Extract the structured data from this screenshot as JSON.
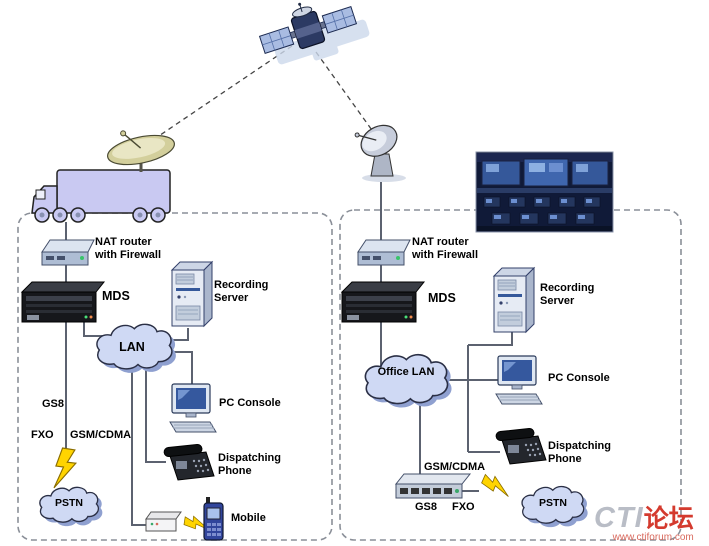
{
  "left_site": {
    "nat_router": "NAT router with Firewall",
    "mds": "MDS",
    "recording_server": "Recording Server",
    "lan": "LAN",
    "pc_console": "PC Console",
    "gs8": "GS8",
    "fxo": "FXO",
    "gsm_cdma": "GSM/CDMA",
    "pstn": "PSTN",
    "dispatching_phone": "Dispatching Phone",
    "mobile": "Mobile"
  },
  "right_site": {
    "nat_router": "NAT router with Firewall",
    "mds": "MDS",
    "recording_server": "Recording Server",
    "office_lan": "Office LAN",
    "pc_console": "PC Console",
    "dispatching_phone": "Dispatching Phone",
    "gsm_cdma": "GSM/CDMA",
    "gs8": "GS8",
    "fxo": "FXO",
    "pstn": "PSTN"
  },
  "watermark": {
    "brand_grey": "CTI",
    "brand_red": "论坛",
    "url": "www.ctiforum.com"
  },
  "colors": {
    "cloud_fill": "#cfd9f4",
    "lightning": "#ffd400",
    "truck": "#c9c9f2",
    "accent_red": "#d43a2e"
  }
}
